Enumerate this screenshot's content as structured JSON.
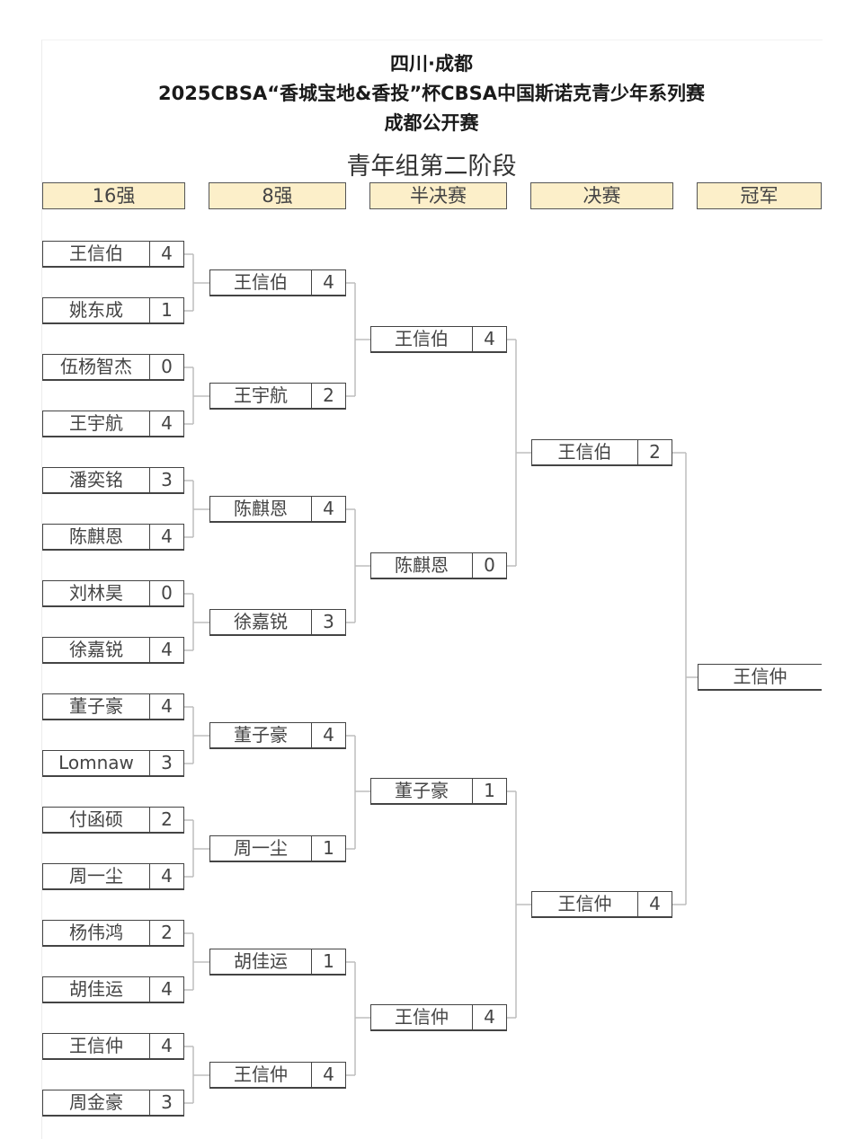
{
  "header": {
    "line1": "四川·成都",
    "line2": "2025CBSA“香城宝地&香投”杯CBSA中国斯诺克青少年系列赛",
    "line3": "成都公开赛",
    "stage": "青年组第二阶段"
  },
  "rounds": [
    "16强",
    "8强",
    "半决赛",
    "决赛",
    "冠军"
  ],
  "round16": [
    {
      "name": "王信伯",
      "score": "4"
    },
    {
      "name": "姚东成",
      "score": "1"
    },
    {
      "name": "伍杨智杰",
      "score": "0"
    },
    {
      "name": "王宇航",
      "score": "4"
    },
    {
      "name": "潘奕铭",
      "score": "3"
    },
    {
      "name": "陈麒恩",
      "score": "4"
    },
    {
      "name": "刘林昊",
      "score": "0"
    },
    {
      "name": "徐嘉锐",
      "score": "4"
    },
    {
      "name": "董子豪",
      "score": "4"
    },
    {
      "name": "Lomnaw",
      "score": "3"
    },
    {
      "name": "付函硕",
      "score": "2"
    },
    {
      "name": "周一尘",
      "score": "4"
    },
    {
      "name": "杨伟鸿",
      "score": "2"
    },
    {
      "name": "胡佳运",
      "score": "4"
    },
    {
      "name": "王信仲",
      "score": "4"
    },
    {
      "name": "周金豪",
      "score": "3"
    }
  ],
  "round8": [
    {
      "name": "王信伯",
      "score": "4"
    },
    {
      "name": "王宇航",
      "score": "2"
    },
    {
      "name": "陈麒恩",
      "score": "4"
    },
    {
      "name": "徐嘉锐",
      "score": "3"
    },
    {
      "name": "董子豪",
      "score": "4"
    },
    {
      "name": "周一尘",
      "score": "1"
    },
    {
      "name": "胡佳运",
      "score": "1"
    },
    {
      "name": "王信仲",
      "score": "4"
    }
  ],
  "semifinal": [
    {
      "name": "王信伯",
      "score": "4"
    },
    {
      "name": "陈麒恩",
      "score": "0"
    },
    {
      "name": "董子豪",
      "score": "1"
    },
    {
      "name": "王信仲",
      "score": "4"
    }
  ],
  "final": [
    {
      "name": "王信伯",
      "score": "2"
    },
    {
      "name": "王信仲",
      "score": "4"
    }
  ],
  "champion": "王信仲"
}
